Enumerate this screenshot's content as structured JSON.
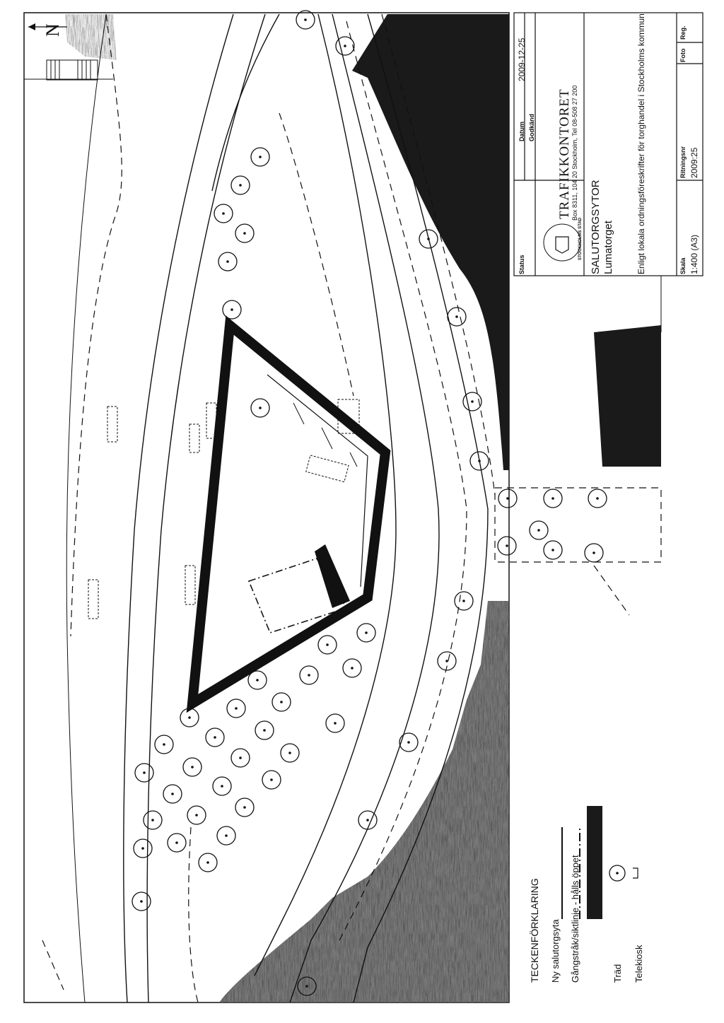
{
  "title_block": {
    "status_label": "Status",
    "datum_label": "Datum",
    "datum_value": "2009-12-25",
    "godkand_label": "Godkänd",
    "office_name": "TRAFIKKONTORET",
    "office_address": "Box 8311, 104 20 Stockholm, Tel 08-508 27 200",
    "seal_text": "STOCKHOLMS STAD",
    "project_title": "SALUTORGSYTOR",
    "project_subtitle": "Lumatorget",
    "description": "Enligt lokala ordningsföreskrifter för torghandel i Stockholms kommun",
    "skala_label": "Skala",
    "skala_value": "1:400 (A3)",
    "ritning_label": "Ritningsnr",
    "ritning_value": "2009:25",
    "foto_label": "Foto",
    "reg_label": "Reg."
  },
  "legend": {
    "title": "TECKENFÖRKLARING",
    "items": [
      {
        "label": "Ny salutorgsyta"
      },
      {
        "label": "Gångstråk/siktlinje - hålls öppet"
      },
      {
        "label": "Träd"
      },
      {
        "label": "Telekiosk"
      }
    ]
  },
  "north_arrow": {
    "letter": "N"
  },
  "colors": {
    "ink": "#111111",
    "building_fill": "#1a1a1a",
    "paper": "#ffffff"
  }
}
